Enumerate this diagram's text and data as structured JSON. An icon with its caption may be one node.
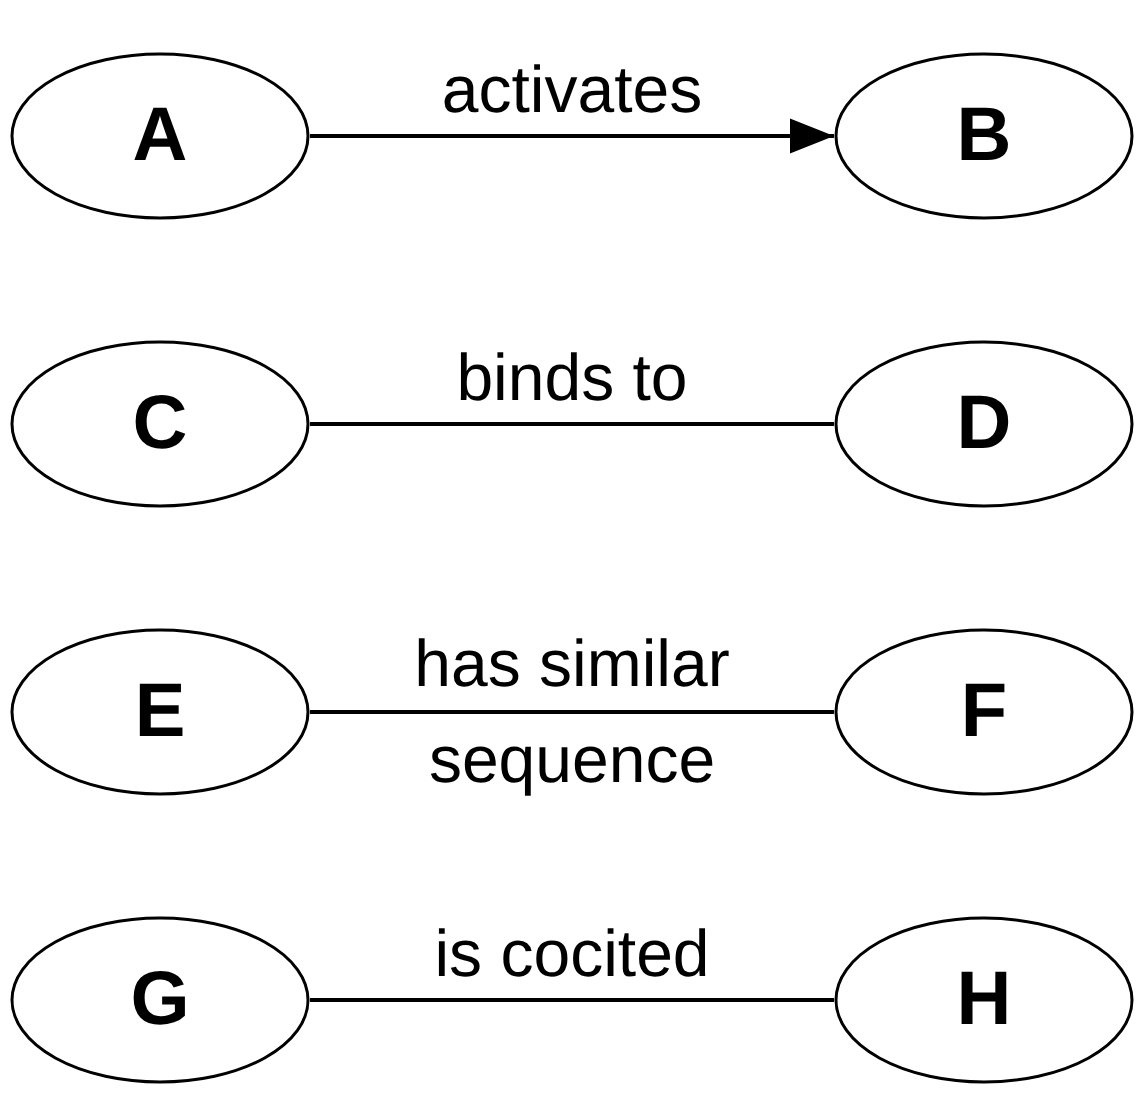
{
  "diagram": {
    "nodes": [
      {
        "text": [
          "A"
        ]
      },
      {
        "text": [
          "B"
        ]
      },
      {
        "text": [
          "C"
        ]
      },
      {
        "text": [
          "D"
        ]
      },
      {
        "text": [
          "E"
        ]
      },
      {
        "text": [
          "F"
        ]
      },
      {
        "text": [
          "G"
        ]
      },
      {
        "text": [
          "H"
        ]
      }
    ],
    "edges": [
      {
        "from": 0,
        "to": 1,
        "label": "activates",
        "arrow": "to"
      },
      {
        "from": 2,
        "to": 3,
        "label": "binds to",
        "arrow": "none"
      },
      {
        "from": 4,
        "to": 5,
        "label": "has similar sequence",
        "arrow": "none"
      },
      {
        "from": 6,
        "to": 7,
        "label": "is cocited",
        "arrow": "none"
      }
    ]
  }
}
